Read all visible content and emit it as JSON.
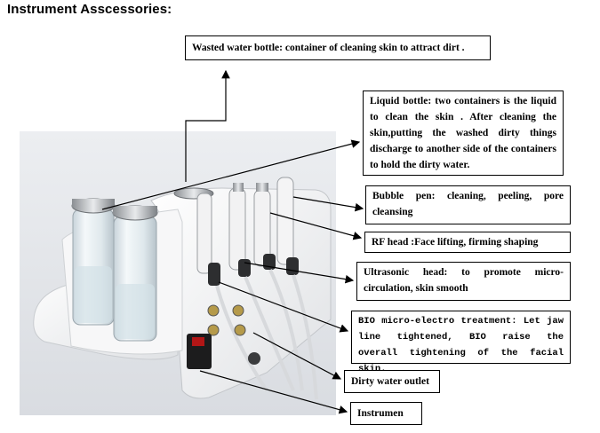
{
  "heading": "Instrument Asscessories:",
  "callouts": {
    "wasted_water_bottle": "Wasted water bottle: container of cleaning skin to attract dirt .",
    "liquid_bottle": "Liquid bottle: two containers is the liquid to clean the skin . After cleaning the skin,putting the washed dirty things discharge to another side of the containers to hold the dirty water.",
    "bubble_pen": "Bubble pen: cleaning, peeling, pore cleansing",
    "rf_head": "RF head :Face lifting, firming shaping",
    "ultrasonic_head": "Ultrasonic head: to promote micro-circulation, skin smooth",
    "bio_micro_electro": "BIO micro-electro treatment: Let jaw line tightened, BIO raise the overall tightening of the facial skin.",
    "dirty_water_outlet": "Dirty water outlet",
    "instrumen": "Instrumen"
  },
  "colors": {
    "background": "#ffffff",
    "text": "#000000",
    "photo_backdrop": "#e2e4e8",
    "device_body": "#f6f6f7"
  }
}
